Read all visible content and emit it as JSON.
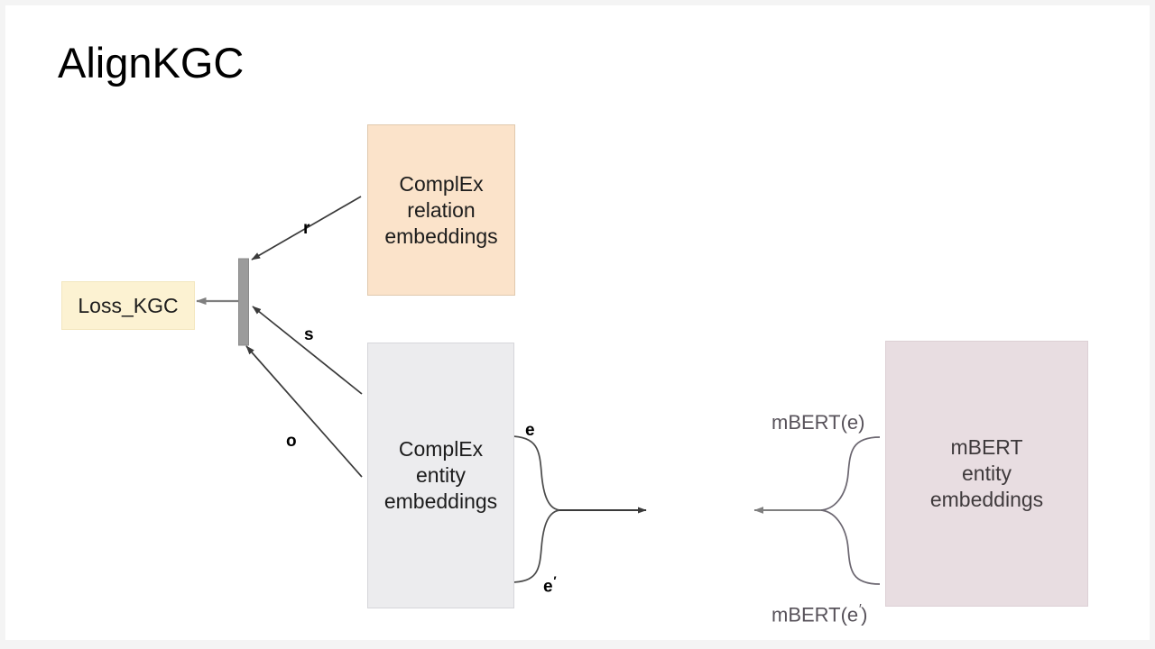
{
  "slide": {
    "title": "AlignKGC",
    "background_color": "#ffffff",
    "frame_color": "#f4f4f4"
  },
  "nodes": [
    {
      "id": "complex-relation",
      "label": "ComplEx\nrelation\nembeddings",
      "fill": "#fbe3ca",
      "stroke": "#e0c9ae",
      "text_color": "#1c1c1c"
    },
    {
      "id": "complex-entity",
      "label": "ComplEx\nentity\nembeddings",
      "fill": "#ececee",
      "stroke": "#d6d6da",
      "text_color": "#1c1c1c"
    },
    {
      "id": "mbert-entity",
      "label": "mBERT\nentity\nembeddings",
      "fill": "#e8dde1",
      "stroke": "#ddd0d5",
      "text_color": "#3f3a3c"
    },
    {
      "id": "loss-kgc",
      "label": "Loss_KGC",
      "fill": "#fcf2d2",
      "stroke": "#f3e7bf",
      "text_color": "#1c1c1c"
    }
  ],
  "labels": {
    "relation_edge": "r",
    "subject_edge": "s",
    "object_edge": "o",
    "entity_e": "e",
    "entity_e_prime_base": "e",
    "entity_e_prime_mark": "′",
    "mbert_e": "mBERT(e)",
    "mbert_e_prime_prefix": "mBERT(e",
    "mbert_e_prime_mark": "′",
    "mbert_e_prime_suffix": ")"
  },
  "connectors": {
    "scoring_bar_color": "#999999",
    "arrow_color_gray": "#7f7f7f",
    "arrow_color_dark": "#3a3a3a",
    "curve_color": "#4a4a4a",
    "curve_color_light": "#6b6670"
  }
}
